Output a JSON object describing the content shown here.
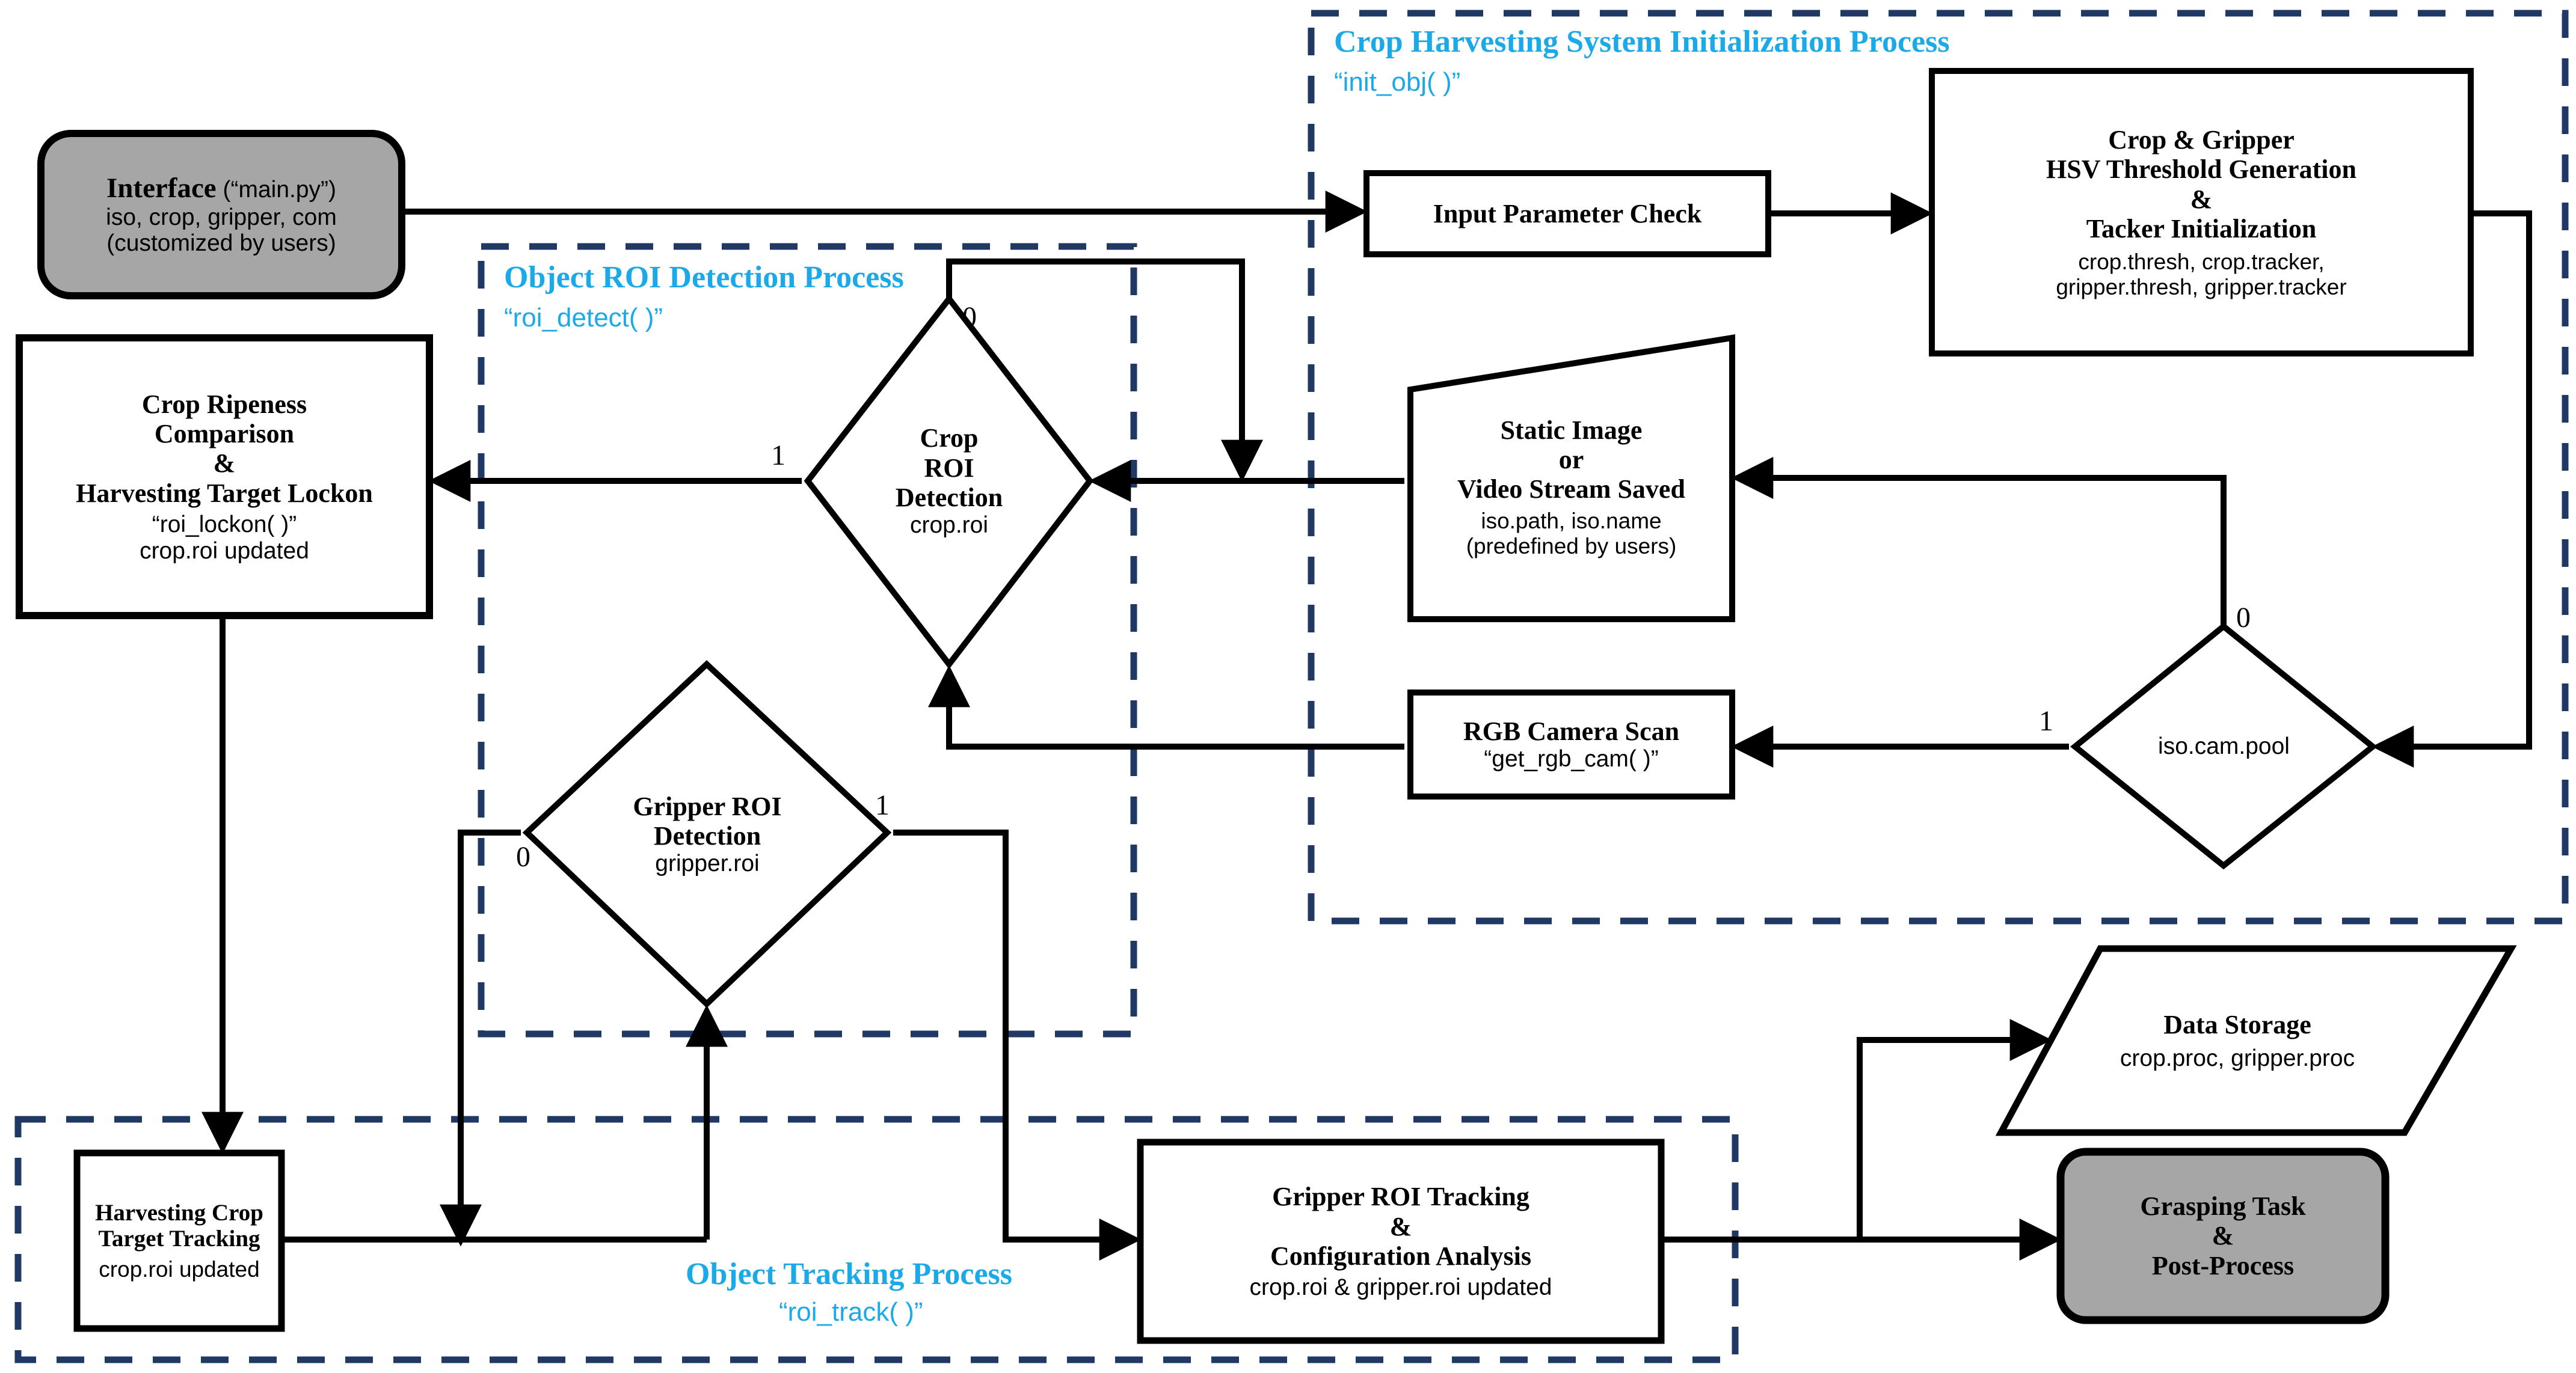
{
  "diagram": {
    "title": "Crop Harvesting Vision System Flowchart",
    "colors": {
      "group_border": "#1F3864",
      "group_title": "#1CA9E8",
      "terminal_fill": "#A6A6A6",
      "process_fill": "#FFFFFF",
      "stroke": "#000000"
    }
  },
  "groups": [
    {
      "id": "init",
      "title": "Crop Harvesting System Initialization Process",
      "subtitle": "“init_obj( )”"
    },
    {
      "id": "detect",
      "title": "Object ROI Detection Process",
      "subtitle": "“roi_detect( )”"
    },
    {
      "id": "track",
      "title": "Object Tracking Process",
      "subtitle": "“roi_track( )”"
    }
  ],
  "nodes": {
    "interface": {
      "shape": "terminal",
      "lines": [
        {
          "text": "Interface",
          "style": "bold",
          "size": "lg",
          "inline_suffix": " (“main.py”)"
        },
        {
          "text": "iso,  crop,  gripper,  com",
          "style": "thin",
          "size": "sm"
        },
        {
          "text": "(customized by users)",
          "style": "thin",
          "size": "sm"
        }
      ]
    },
    "input_param_check": {
      "shape": "process",
      "lines": [
        {
          "text": "Input Parameter Check",
          "style": "bold",
          "size": "md"
        }
      ]
    },
    "hsv_init": {
      "shape": "process",
      "lines": [
        {
          "text": "Crop & Gripper",
          "style": "bold",
          "size": "md"
        },
        {
          "text": "HSV Threshold Generation",
          "style": "bold",
          "size": "md"
        },
        {
          "text": "&",
          "style": "bold",
          "size": "md"
        },
        {
          "text": "Tacker Initialization",
          "style": "bold",
          "size": "md"
        },
        {
          "text": "crop.thresh, crop.tracker,",
          "style": "thin",
          "size": "xs"
        },
        {
          "text": "gripper.thresh, gripper.tracker",
          "style": "thin",
          "size": "xs"
        }
      ]
    },
    "static_image": {
      "shape": "input-slanted",
      "lines": [
        {
          "text": "Static Image",
          "style": "bold",
          "size": "md"
        },
        {
          "text": "or",
          "style": "bold",
          "size": "md"
        },
        {
          "text": "Video Stream Saved",
          "style": "bold",
          "size": "md"
        },
        {
          "text": "iso.path,  iso.name",
          "style": "thin",
          "size": "xs"
        },
        {
          "text": "(predefined by users)",
          "style": "thin",
          "size": "xs"
        }
      ]
    },
    "rgb_camera_scan": {
      "shape": "process",
      "lines": [
        {
          "text": "RGB Camera Scan",
          "style": "bold",
          "size": "md"
        },
        {
          "text": "“get_rgb_cam( )”",
          "style": "thin",
          "size": "sm"
        }
      ]
    },
    "iso_cam_pool": {
      "shape": "decision",
      "lines": [
        {
          "text": "iso.cam.pool",
          "style": "thin",
          "size": "sm"
        }
      ]
    },
    "crop_roi_detection": {
      "shape": "decision",
      "lines": [
        {
          "text": "Crop",
          "style": "bold",
          "size": "md"
        },
        {
          "text": "ROI",
          "style": "bold",
          "size": "md"
        },
        {
          "text": "Detection",
          "style": "bold",
          "size": "md"
        },
        {
          "text": "crop.roi",
          "style": "thin",
          "size": "sm"
        }
      ]
    },
    "gripper_roi_detection": {
      "shape": "decision",
      "lines": [
        {
          "text": "Gripper ROI",
          "style": "bold",
          "size": "md"
        },
        {
          "text": "Detection",
          "style": "bold",
          "size": "md"
        },
        {
          "text": "gripper.roi",
          "style": "thin",
          "size": "sm"
        }
      ]
    },
    "crop_ripeness": {
      "shape": "process",
      "lines": [
        {
          "text": "Crop Ripeness",
          "style": "bold",
          "size": "md"
        },
        {
          "text": "Comparison",
          "style": "bold",
          "size": "md"
        },
        {
          "text": "&",
          "style": "bold",
          "size": "md"
        },
        {
          "text": "Harvesting Target Lockon",
          "style": "bold",
          "size": "md"
        },
        {
          "text": "“roi_lockon( )”",
          "style": "thin",
          "size": "sm"
        },
        {
          "text": "crop.roi updated",
          "style": "thin",
          "size": "sm"
        }
      ]
    },
    "harvest_tracking": {
      "shape": "process",
      "lines": [
        {
          "text": "Harvesting Crop",
          "style": "bold",
          "size": "md"
        },
        {
          "text": "Target Tracking",
          "style": "bold",
          "size": "md"
        },
        {
          "text": "crop.roi updated",
          "style": "thin",
          "size": "sm"
        }
      ]
    },
    "gripper_tracking": {
      "shape": "process",
      "lines": [
        {
          "text": "Gripper ROI Tracking",
          "style": "bold",
          "size": "md"
        },
        {
          "text": "&",
          "style": "bold",
          "size": "md"
        },
        {
          "text": "Configuration Analysis",
          "style": "bold",
          "size": "md"
        },
        {
          "text": "crop.roi & gripper.roi updated",
          "style": "thin",
          "size": "sm"
        }
      ]
    },
    "data_storage": {
      "shape": "parallelogram",
      "lines": [
        {
          "text": "Data Storage",
          "style": "bold",
          "size": "md"
        },
        {
          "text": "crop.proc, gripper.proc",
          "style": "thin",
          "size": "sm"
        }
      ]
    },
    "grasping_task": {
      "shape": "terminal",
      "lines": [
        {
          "text": "Grasping Task",
          "style": "bold",
          "size": "md"
        },
        {
          "text": "&",
          "style": "bold",
          "size": "md"
        },
        {
          "text": "Post-Process",
          "style": "bold",
          "size": "md"
        }
      ]
    }
  },
  "edge_labels": {
    "crop_roi_zero": "0",
    "crop_roi_one": "1",
    "gripper_roi_zero": "0",
    "gripper_roi_one": "1",
    "iso_cam_zero": "0",
    "iso_cam_one": "1"
  }
}
